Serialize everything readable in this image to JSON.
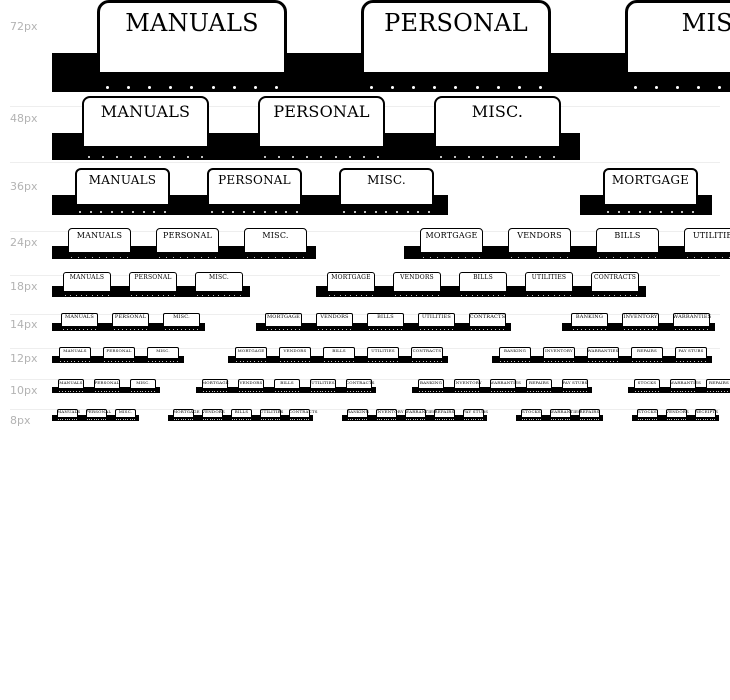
{
  "rows": [
    {
      "size_label": "72px",
      "tabs": [
        {
          "label": "MANUALS"
        },
        {
          "label": "PERSONAL"
        },
        {
          "label": "MISC."
        }
      ]
    },
    {
      "size_label": "48px",
      "tabs": [
        {
          "label": "MANUALS"
        },
        {
          "label": "PERSONAL"
        },
        {
          "label": "MISC."
        }
      ]
    },
    {
      "size_label": "36px",
      "tabs": [
        {
          "label": "MANUALS"
        },
        {
          "label": "PERSONAL"
        },
        {
          "label": "MISC."
        },
        {
          "label": "MORTGAGE"
        }
      ]
    },
    {
      "size_label": "24px",
      "tabs": [
        {
          "label": "MANUALS"
        },
        {
          "label": "PERSONAL"
        },
        {
          "label": "MISC."
        },
        {
          "label": "MORTGAGE"
        },
        {
          "label": "VENDORS"
        },
        {
          "label": "BILLS"
        },
        {
          "label": "UTILITIES"
        }
      ]
    },
    {
      "size_label": "18px",
      "tabs": [
        {
          "label": "MANUALS"
        },
        {
          "label": "PERSONAL"
        },
        {
          "label": "MISC."
        },
        {
          "label": "MORTGAGE"
        },
        {
          "label": "VENDORS"
        },
        {
          "label": "BILLS"
        },
        {
          "label": "UTILITIES"
        },
        {
          "label": "CONTRACTS"
        }
      ]
    },
    {
      "size_label": "14px",
      "tabs": [
        {
          "label": "MANUALS"
        },
        {
          "label": "PERSONAL"
        },
        {
          "label": "MISC."
        },
        {
          "label": "MORTGAGE"
        },
        {
          "label": "VENDORS"
        },
        {
          "label": "BILLS"
        },
        {
          "label": "UTILITIES"
        },
        {
          "label": "CONTRACTS"
        },
        {
          "label": "BANKING"
        },
        {
          "label": "INVENTORY"
        },
        {
          "label": "WARRANTIES"
        }
      ]
    },
    {
      "size_label": "12px",
      "tabs": [
        {
          "label": "MANUALS"
        },
        {
          "label": "PERSONAL"
        },
        {
          "label": "MISC."
        },
        {
          "label": "MORTGAGE"
        },
        {
          "label": "VENDORS"
        },
        {
          "label": "BILLS"
        },
        {
          "label": "UTILITIES"
        },
        {
          "label": "CONTRACTS"
        },
        {
          "label": "BANKING"
        },
        {
          "label": "INVENTORY"
        },
        {
          "label": "WARRANTIES"
        },
        {
          "label": "REPAIRS"
        },
        {
          "label": "PAY STUBS"
        }
      ]
    },
    {
      "size_label": "10px",
      "tabs": [
        {
          "label": "MANUALS"
        },
        {
          "label": "PERSONAL"
        },
        {
          "label": "MISC."
        },
        {
          "label": "MORTGAGE"
        },
        {
          "label": "VENDORS"
        },
        {
          "label": "BILLS"
        },
        {
          "label": "UTILITIES"
        },
        {
          "label": "CONTRACTS"
        },
        {
          "label": "BANKING"
        },
        {
          "label": "INVENTORY"
        },
        {
          "label": "WARRANTIES"
        },
        {
          "label": "REPAIRS"
        },
        {
          "label": "PAY STUBS"
        },
        {
          "label": "STOCKS"
        },
        {
          "label": "WARRANTIES"
        },
        {
          "label": "REPAIRS"
        }
      ]
    },
    {
      "size_label": "8px",
      "tabs": [
        {
          "label": "MANUALS"
        },
        {
          "label": "PERSONAL"
        },
        {
          "label": "MISC."
        },
        {
          "label": "MORTGAGE"
        },
        {
          "label": "VENDORS"
        },
        {
          "label": "BILLS"
        },
        {
          "label": "UTILITIES"
        },
        {
          "label": "CONTRACTS"
        },
        {
          "label": "BANKING"
        },
        {
          "label": "INVENTORY"
        },
        {
          "label": "WARRANTIES"
        },
        {
          "label": "REPAIRS"
        },
        {
          "label": "PAY STUBS"
        },
        {
          "label": "STOCKS"
        },
        {
          "label": "WARRANTIES"
        },
        {
          "label": "REPAIRS"
        },
        {
          "label": "STOCKS"
        },
        {
          "label": "VENDORS"
        },
        {
          "label": "RECEIPTS"
        }
      ]
    }
  ]
}
